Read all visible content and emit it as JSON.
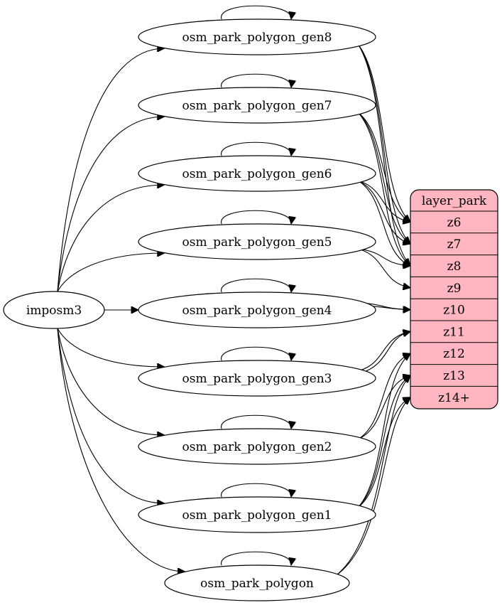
{
  "source": {
    "label": "imposm3"
  },
  "tables": [
    {
      "id": "gen8",
      "label": "osm_park_polygon_gen8"
    },
    {
      "id": "gen7",
      "label": "osm_park_polygon_gen7"
    },
    {
      "id": "gen6",
      "label": "osm_park_polygon_gen6"
    },
    {
      "id": "gen5",
      "label": "osm_park_polygon_gen5"
    },
    {
      "id": "gen4",
      "label": "osm_park_polygon_gen4"
    },
    {
      "id": "gen3",
      "label": "osm_park_polygon_gen3"
    },
    {
      "id": "gen2",
      "label": "osm_park_polygon_gen2"
    },
    {
      "id": "gen1",
      "label": "osm_park_polygon_gen1"
    },
    {
      "id": "base",
      "label": "osm_park_polygon"
    }
  ],
  "layer": {
    "title": "layer_park",
    "fill_color": "#ffb6c1",
    "zooms": [
      "z6",
      "z7",
      "z8",
      "z9",
      "z10",
      "z11",
      "z12",
      "z13",
      "z14+"
    ]
  },
  "edges": [
    {
      "from": "gen8",
      "to": "z6"
    },
    {
      "from": "gen8",
      "to": "z7"
    },
    {
      "from": "gen8",
      "to": "z8"
    },
    {
      "from": "gen7",
      "to": "z6"
    },
    {
      "from": "gen7",
      "to": "z7"
    },
    {
      "from": "gen7",
      "to": "z8"
    },
    {
      "from": "gen6",
      "to": "z6"
    },
    {
      "from": "gen6",
      "to": "z7"
    },
    {
      "from": "gen6",
      "to": "z8"
    },
    {
      "from": "gen5",
      "to": "z8"
    },
    {
      "from": "gen5",
      "to": "z9"
    },
    {
      "from": "gen4",
      "to": "z10"
    },
    {
      "from": "gen4",
      "to": "z10"
    },
    {
      "from": "gen3",
      "to": "z11"
    },
    {
      "from": "gen3",
      "to": "z11"
    },
    {
      "from": "gen2",
      "to": "z12"
    },
    {
      "from": "gen2",
      "to": "z13"
    },
    {
      "from": "gen1",
      "to": "z12"
    },
    {
      "from": "gen1",
      "to": "z13"
    },
    {
      "from": "gen1",
      "to": "z14+"
    },
    {
      "from": "base",
      "to": "z13"
    },
    {
      "from": "base",
      "to": "z14+"
    }
  ]
}
